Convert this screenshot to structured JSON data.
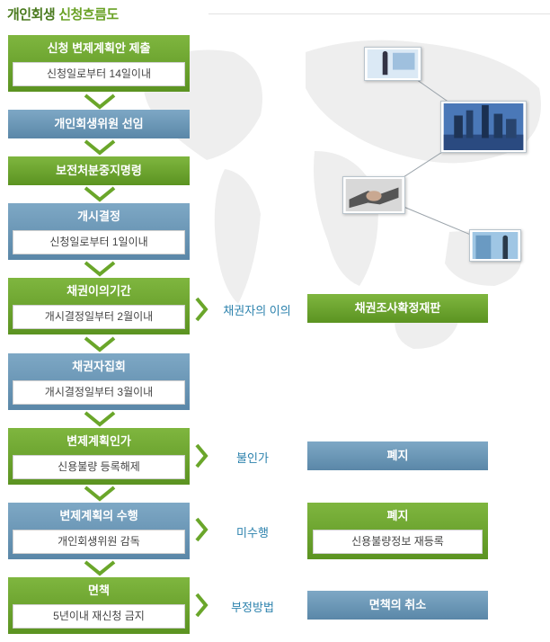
{
  "title": {
    "part1": "개인회생",
    "part2": "신청흐름도"
  },
  "steps": [
    {
      "title": "신청 변제계획안 제출",
      "sub": "신청일로부터 14일이내",
      "color": "green"
    },
    {
      "title": "개인회생위원 선임",
      "sub": "",
      "color": "blue"
    },
    {
      "title": "보전처분중지명령",
      "sub": "",
      "color": "green"
    },
    {
      "title": "개시결정",
      "sub": "신청일로부터 1일이내",
      "color": "blue"
    },
    {
      "title": "채권이의기간",
      "sub": "개시결정일부터 2월이내",
      "color": "green"
    },
    {
      "title": "채권자집회",
      "sub": "개시결정일부터 3월이내",
      "color": "blue"
    },
    {
      "title": "변제계획인가",
      "sub": "신용불량 등록해제",
      "color": "green"
    },
    {
      "title": "변제계획의 수행",
      "sub": "개인회생위원 감독",
      "color": "blue"
    },
    {
      "title": "면책",
      "sub": "5년이내 재신청 금지",
      "color": "green"
    }
  ],
  "branches": [
    {
      "label": "채권자의 이의",
      "box_title": "채권조사확정재판",
      "box_sub": "",
      "color": "green"
    },
    {
      "label": "불인가",
      "box_title": "폐지",
      "box_sub": "",
      "color": "blue"
    },
    {
      "label": "미수행",
      "box_title": "폐지",
      "box_sub": "신용불량정보 재등록",
      "color": "green"
    },
    {
      "label": "부정방법",
      "box_title": "면책의 취소",
      "box_sub": "",
      "color": "blue"
    }
  ],
  "colors": {
    "green": "#6aa52d",
    "blue": "#6a95b6",
    "arrow": "#6aa62a",
    "label": "#2c82ad"
  }
}
